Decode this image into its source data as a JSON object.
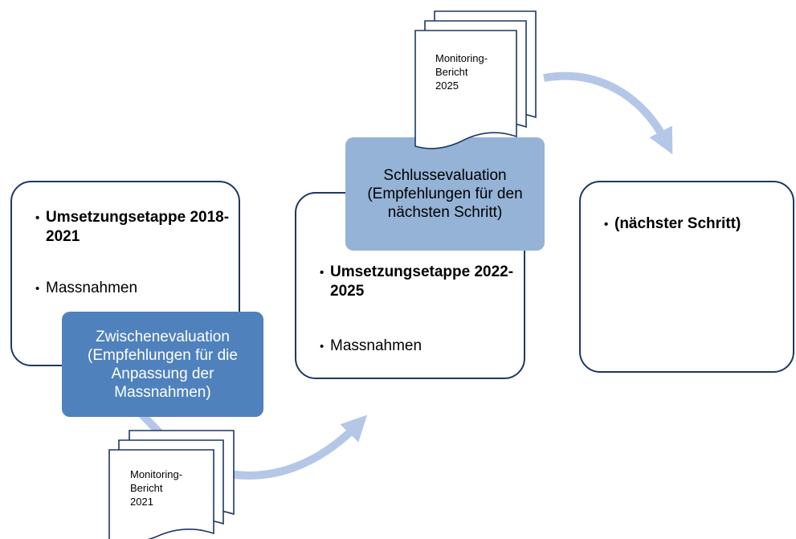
{
  "stage1": {
    "phase": "Umsetzungsetappe 2018-2021",
    "measures": "Massnahmen",
    "evaluation": "Zwischenevaluation (Empfehlungen für die Anpassung der Massnahmen)"
  },
  "stage2": {
    "phase": "Umsetzungsetappe 2022-2025",
    "measures": "Massnahmen",
    "evaluation": "Schlussevaluation (Empfehlungen für den nächsten Schritt)"
  },
  "stage3": {
    "phase": "(nächster Schritt)"
  },
  "report1": {
    "line1": "Monitoring-",
    "line2": "Bericht",
    "line3": "2021"
  },
  "report2": {
    "line1": "Monitoring-",
    "line2": "Bericht",
    "line3": "2025"
  },
  "colors": {
    "box_border": "#1f3763",
    "eval1_fill": "#4f81bd",
    "eval2_fill": "#95b3d7",
    "arrow": "#b4c7e7"
  }
}
